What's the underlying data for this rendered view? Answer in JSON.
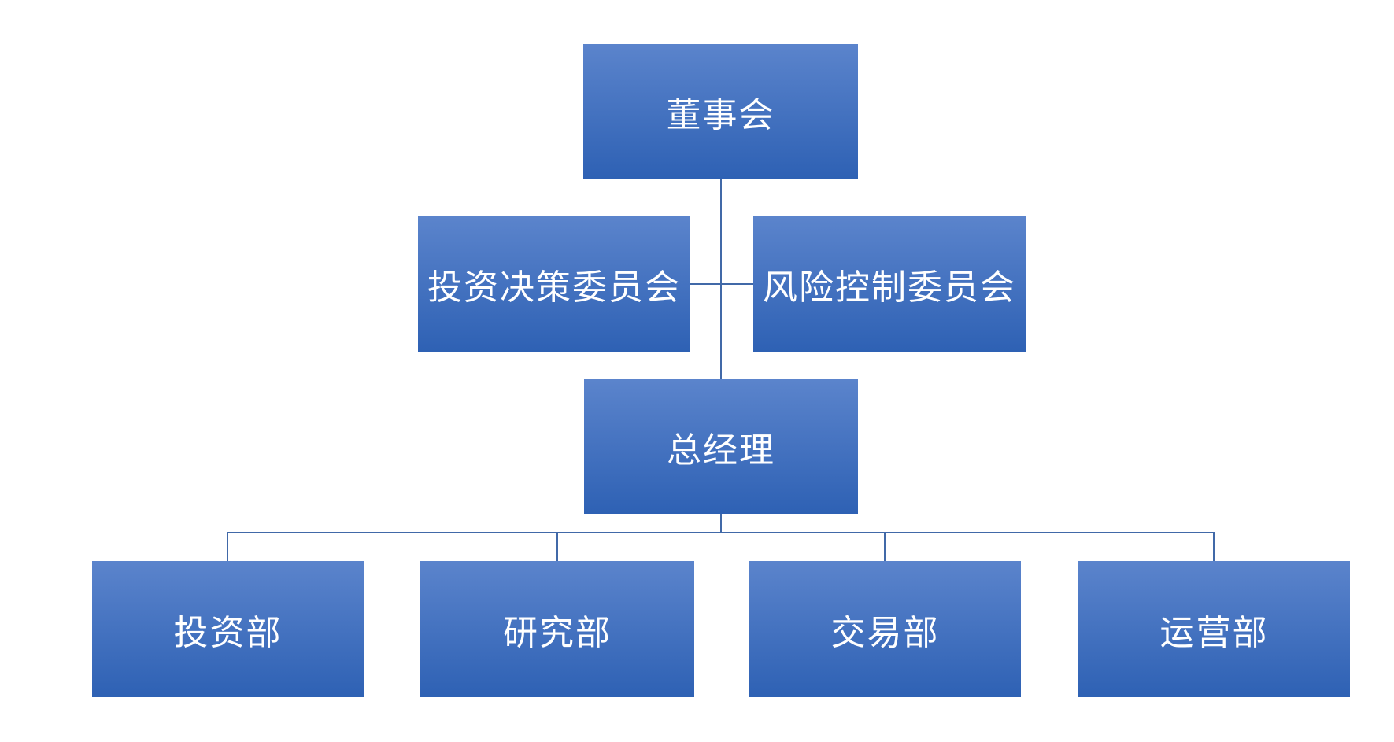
{
  "org_chart": {
    "nodes": [
      {
        "id": "board",
        "label": "董事会",
        "level": "top"
      },
      {
        "id": "investment-committee",
        "label": "投资决策委员会",
        "level": "committee"
      },
      {
        "id": "risk-committee",
        "label": "风险控制委员会",
        "level": "committee"
      },
      {
        "id": "general-manager",
        "label": "总经理",
        "level": "middle"
      },
      {
        "id": "investment-dept",
        "label": "投资部",
        "level": "department"
      },
      {
        "id": "research-dept",
        "label": "研究部",
        "level": "department"
      },
      {
        "id": "trading-dept",
        "label": "交易部",
        "level": "department"
      },
      {
        "id": "operations-dept",
        "label": "运营部",
        "level": "department"
      }
    ],
    "edges": [
      {
        "from": "board",
        "to": "general-manager"
      },
      {
        "from": "board",
        "to": "investment-committee",
        "via": "trunk"
      },
      {
        "from": "board",
        "to": "risk-committee",
        "via": "trunk"
      },
      {
        "from": "general-manager",
        "to": "investment-dept"
      },
      {
        "from": "general-manager",
        "to": "research-dept"
      },
      {
        "from": "general-manager",
        "to": "trading-dept"
      },
      {
        "from": "general-manager",
        "to": "operations-dept"
      }
    ],
    "colors": {
      "box_gradient_top": "#5b84cc",
      "box_gradient_bottom": "#2e61b4",
      "connector": "#4169a8",
      "text": "#ffffff",
      "background": "#ffffff"
    }
  }
}
